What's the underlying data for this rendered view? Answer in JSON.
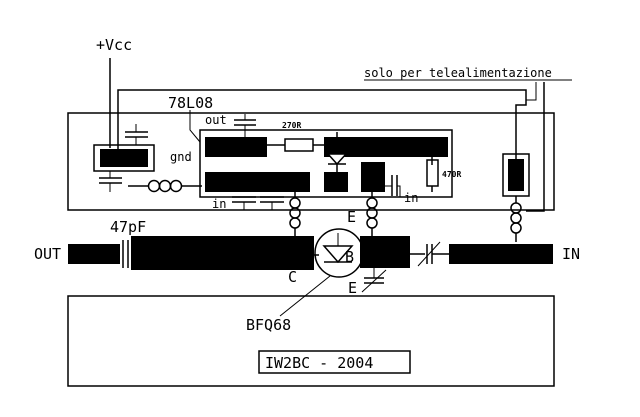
{
  "labels": {
    "vcc": "+Vcc",
    "remote_power": "solo per telealimentazione",
    "regulator": "78L08",
    "reg_out": "out",
    "reg_gnd": "gnd",
    "reg_in": "in",
    "r_270": "270R",
    "r_470": "470R",
    "cap_47pf": "47pF",
    "out_port": "OUT",
    "in_port": "IN",
    "emitter_top": "E",
    "emitter_bottom": "E",
    "base": "B",
    "collector": "C",
    "transistor": "BFQ68",
    "trace_in": "in",
    "credit": "IW2BC  -  2004"
  },
  "colors": {
    "ink": "#000000",
    "paper": "#ffffff"
  }
}
